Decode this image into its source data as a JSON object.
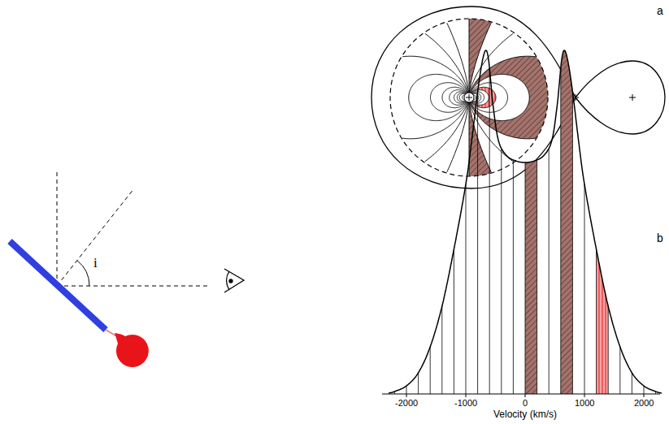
{
  "diagram": {
    "labels": [
      "i",
      "a",
      "b",
      "Velocity (km/s)",
      "-2000",
      "-1000",
      "0",
      "1000",
      "2000"
    ]
  }
}
